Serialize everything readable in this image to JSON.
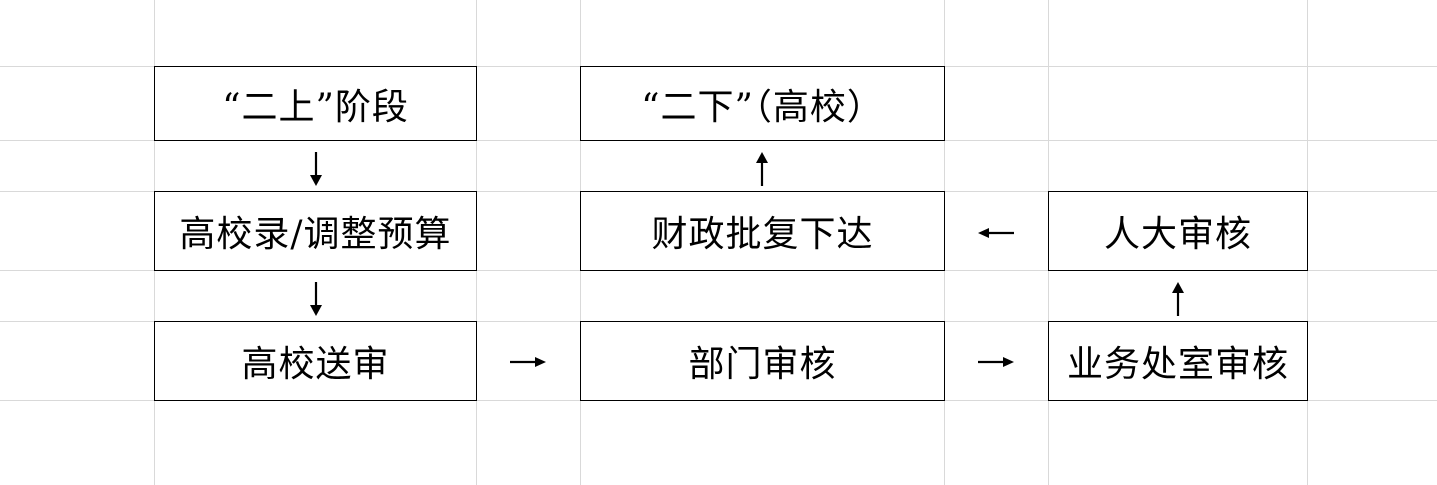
{
  "nodes": {
    "stage_two_up": "“二上”阶段",
    "two_down_university": "“二下”（高校）",
    "university_input_adjust": "高校录/调整预算",
    "finance_approve_issue": "财政批复下达",
    "npc_review": "人大审核",
    "university_submit": "高校送审",
    "department_review": "部门审核",
    "business_office_review": "业务处室审核"
  },
  "colors": {
    "line": "#000000",
    "grid": "#d9d9d9",
    "background": "#ffffff"
  }
}
